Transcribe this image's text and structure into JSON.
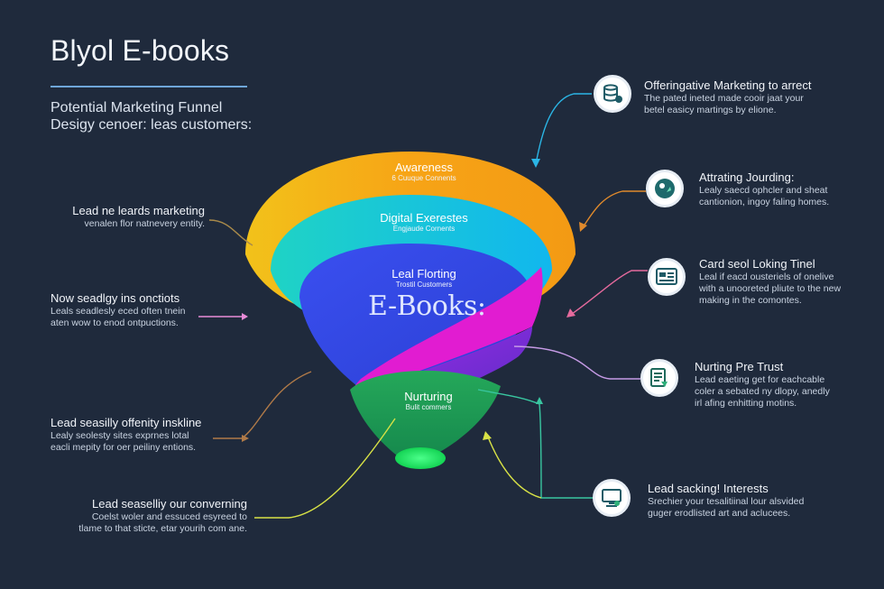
{
  "header": {
    "title": "Blyol E-books",
    "subtitle_line1": "Potential Marketing Funnel",
    "subtitle_line2": "Desigy cenoer: leas customers:"
  },
  "funnel": {
    "center_title": "E-Books:",
    "stages": [
      {
        "title": "Awareness",
        "sub": "6 Cuuque Connents",
        "color": "#f6a312"
      },
      {
        "title": "Digital Exerestes",
        "sub": "Engjaude Cornents",
        "color": "#16c3e4"
      },
      {
        "title": "Leal Florting",
        "sub": "Trostil Customers",
        "color": "#2f4fe0"
      },
      {
        "title": "Nurturing",
        "sub": "Bulit commers",
        "color": "#1f9c55"
      }
    ],
    "accent_colors": {
      "magenta": "#e11cd1",
      "purple": "#7a2fd6",
      "base_glow": "#1ff06a"
    }
  },
  "left_callouts": [
    {
      "heading": "Lead ne leards marketing",
      "body": "venalen flor natnevery entity."
    },
    {
      "heading": "Now seadlgy ins onctiots",
      "body1": "Leals seadlesly eced often tnein",
      "body2": "aten wow to enod ontpuctions."
    },
    {
      "heading": "Lead seasilly offenity inskline",
      "body1": "Lealy seolesty sites exprnes lotal",
      "body2": "eacli mepity for oer peiliny entions."
    },
    {
      "heading": "Lead seaselliy our converning",
      "body1": "Coelst woler and essuced esyreed to",
      "body2": "tlame to that sticte, etar yourih com ane."
    }
  ],
  "right_callouts": [
    {
      "heading": "Offeringative Marketing to arrect",
      "body1": "The pated ineted made cooir jaat your",
      "body2": "betel easicy martings by elione.",
      "icon": "database-icon"
    },
    {
      "heading": "Attrating Jourding:",
      "body1": "Lealy saecd ophcler and sheat",
      "body2": "cantionion, ingoy faling homes.",
      "icon": "compass-icon"
    },
    {
      "heading": "Card seol Loking Tinel",
      "body1": "Leal if eacd ousteriels of onelive",
      "body2": "with a unooreted pliute to the new",
      "body3": "making in the comontes.",
      "icon": "card-icon"
    },
    {
      "heading": "Nurting Pre Trust",
      "body1": "Lead eaeting get for eachcable",
      "body2": "coler a sebated ny dlopy, anedly",
      "body3": "irl afing enhitting motins.",
      "icon": "document-icon"
    },
    {
      "heading": "Lead sacking! Interests",
      "body1": "Srechier your tesalitiinal lour alsvided",
      "body2": "guger erodlisted art and aclucees.",
      "icon": "monitor-icon"
    }
  ],
  "colors": {
    "background": "#1f2a3c",
    "line_blue": "#2bb6e6",
    "line_orange": "#e08a2c",
    "line_pink": "#e56a9d",
    "line_lilac": "#c69be6",
    "line_green": "#39c6a0",
    "line_yellow": "#d8e246",
    "line_olive": "#a98a4a",
    "line_brown": "#b07a48"
  }
}
